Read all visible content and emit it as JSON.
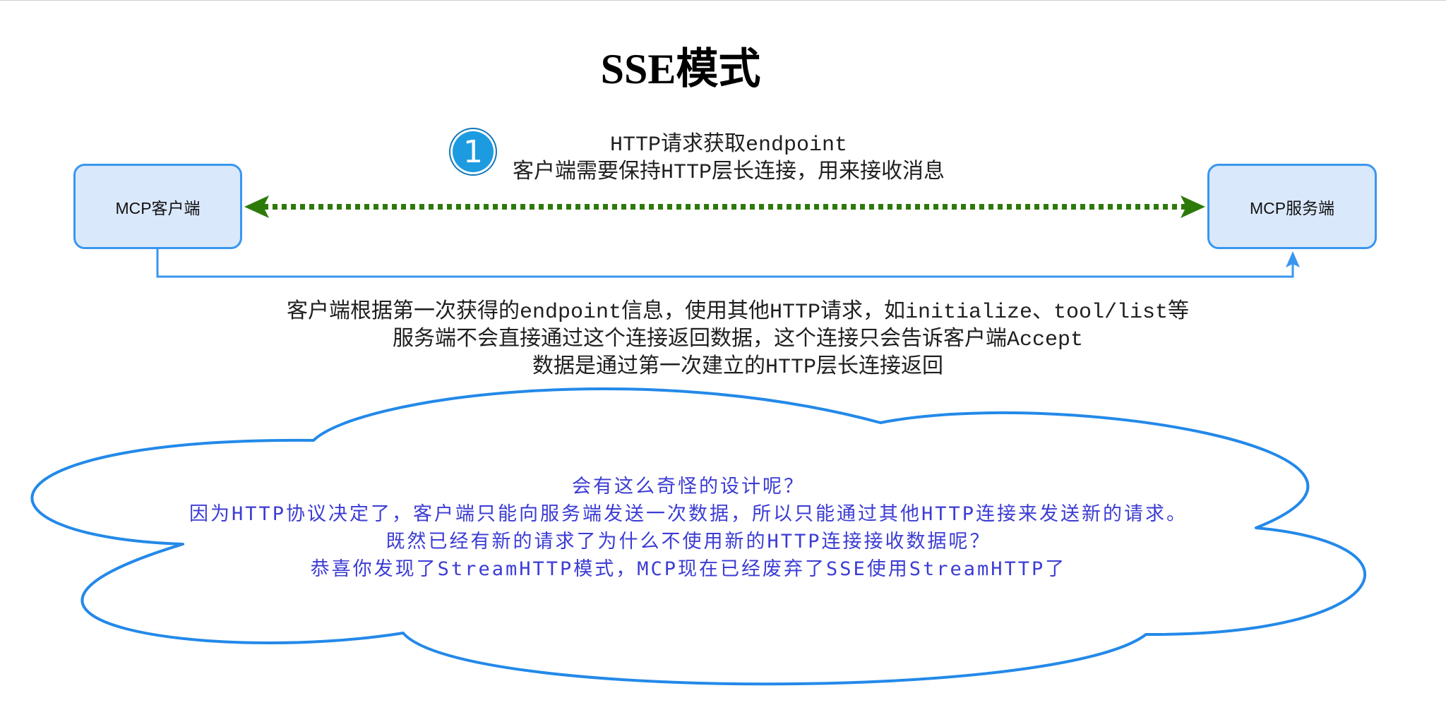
{
  "title": "SSE模式",
  "step_badge": "1",
  "step1": {
    "line1": "HTTP请求获取endpoint",
    "line2": "客户端需要保持HTTP层长连接，用来接收消息"
  },
  "nodes": {
    "client": "MCP客户端",
    "server": "MCP服务端"
  },
  "step2": {
    "lines": [
      "客户端根据第一次获得的endpoint信息，使用其他HTTP请求，如initialize、tool/list等",
      "服务端不会直接通过这个连接返回数据，这个连接只会告诉客户端Accept",
      "数据是通过第一次建立的HTTP层长连接返回"
    ]
  },
  "cloud": {
    "lines": [
      "会有这么奇怪的设计呢？",
      "因为HTTP协议决定了，客户端只能向服务端发送一次数据，所以只能通过其他HTTP连接来发送新的请求。",
      "既然已经有新的请求了为什么不使用新的HTTP连接接收数据呢？",
      "恭喜你发现了StreamHTTP模式，MCP现在已经废弃了SSE使用StreamHTTP了"
    ]
  },
  "colors": {
    "box_fill": "#dae8fc",
    "box_stroke": "#3a96ef",
    "sse_arrow": "#2d7a0b",
    "request_arrow": "#3a96ef",
    "cloud_stroke": "#2389e9",
    "cloud_text": "#3c3cd4",
    "badge_fill": "#1c9be0",
    "badge_outline": "#1577b8"
  }
}
